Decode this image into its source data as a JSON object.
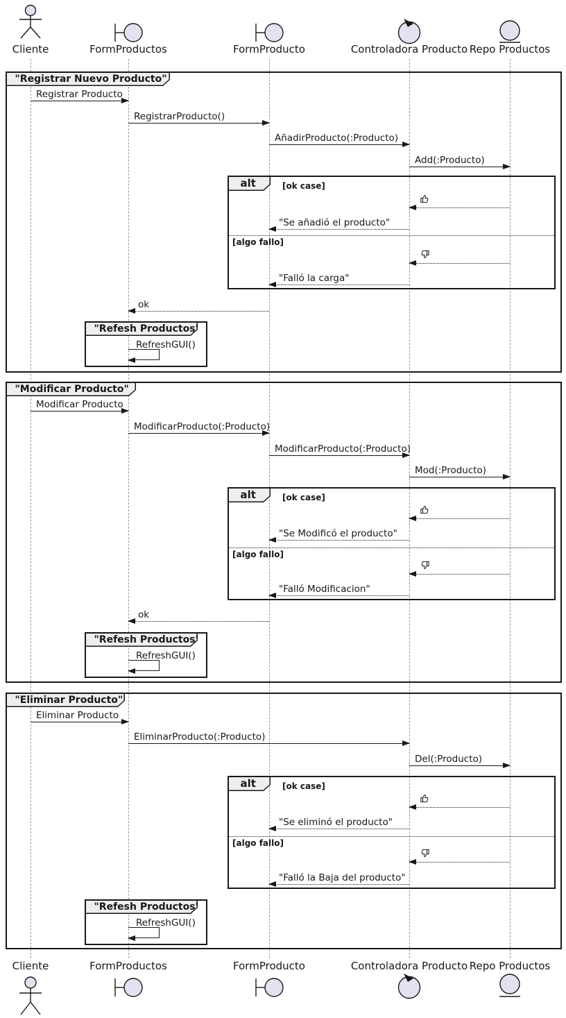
{
  "participants": [
    {
      "name": "Cliente",
      "type": "actor"
    },
    {
      "name": "FormProductos",
      "type": "boundary"
    },
    {
      "name": "FormProducto",
      "type": "boundary"
    },
    {
      "name": "Controladora Producto",
      "type": "control"
    },
    {
      "name": "Repo Productos",
      "type": "entity"
    }
  ],
  "colors": {
    "border": "#181818",
    "participant_fill": "#E2E2F0",
    "frame_tab_fill": "#EEEEEE",
    "lifeline": "#999999"
  },
  "frames": [
    {
      "title": "\"Registrar Nuevo Producto\"",
      "m1": "Registrar Producto",
      "m2": "RegistrarProducto()",
      "m3": "AñadirProducto(:Producto)",
      "m4": "Add(:Producto)",
      "alt_label": "alt",
      "guard_ok": "[ok case]",
      "ok_icon": "thumbs-up",
      "reply_ok": "\"Se añadió el producto\"",
      "guard_fail": "[algo fallo]",
      "fail_icon": "thumbs-down",
      "reply_fail": "\"Falló la carga\"",
      "ok": "ok",
      "refresh_title": "\"Refesh Productos\"",
      "refresh_msg": "RefreshGUI()"
    },
    {
      "title": "\"Modificar Producto\"",
      "m1": "Modificar Producto",
      "m2": "ModificarProducto(:Producto)",
      "m3": "ModificarProducto(:Producto)",
      "m4": "Mod(:Producto)",
      "alt_label": "alt",
      "guard_ok": "[ok case]",
      "ok_icon": "thumbs-up",
      "reply_ok": "\"Se Modificó el producto\"",
      "guard_fail": "[algo fallo]",
      "fail_icon": "thumbs-down",
      "reply_fail": "\"Falló Modificacion\"",
      "ok": "ok",
      "refresh_title": "\"Refesh Productos\"",
      "refresh_msg": "RefreshGUI()"
    },
    {
      "title": "\"Eliminar Producto\"",
      "m1": "Eliminar Producto",
      "m2": "EliminarProducto(:Producto)",
      "m3": "Del(:Producto)",
      "alt_label": "alt",
      "guard_ok": "[ok case]",
      "ok_icon": "thumbs-up",
      "reply_ok": "\"Se eliminó el producto\"",
      "guard_fail": "[algo fallo]",
      "fail_icon": "thumbs-down",
      "reply_fail": "\"Falló la Baja del producto\"",
      "refresh_title": "\"Refesh Productos\"",
      "refresh_msg": "RefreshGUI()"
    }
  ]
}
